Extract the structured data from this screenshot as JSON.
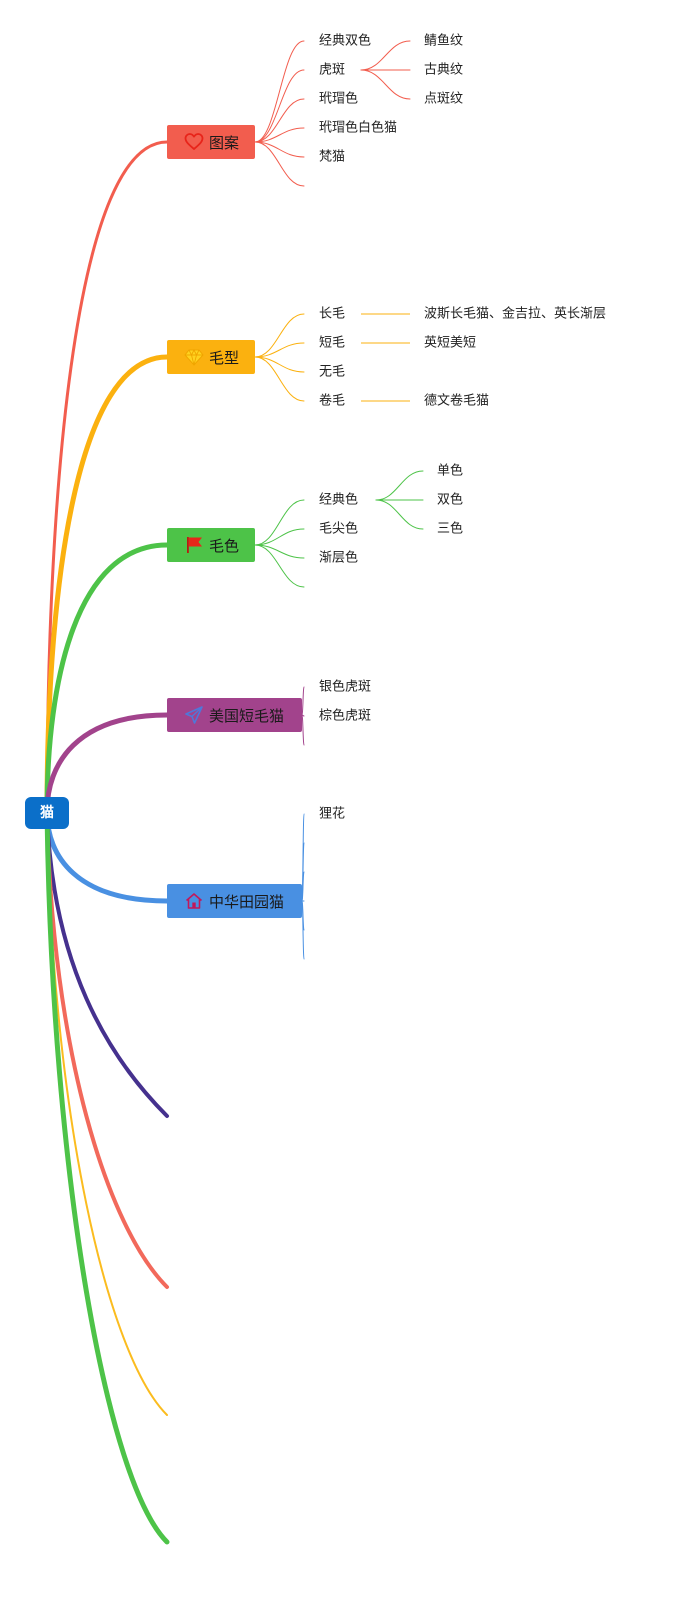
{
  "root": {
    "label": "猫",
    "color": "#0b6fc9"
  },
  "branches": [
    {
      "label": "图案",
      "color": "#f25d4e",
      "icon": "heart-icon",
      "children": [
        {
          "label": "经典双色",
          "children": []
        },
        {
          "label": "虎斑",
          "children": [
            {
              "label": "鲭鱼纹"
            },
            {
              "label": "古典纹"
            },
            {
              "label": "点斑纹"
            }
          ]
        },
        {
          "label": "玳瑁色",
          "children": []
        },
        {
          "label": "玳瑁色白色猫",
          "children": []
        },
        {
          "label": "梵猫",
          "children": []
        },
        {
          "label": "",
          "children": []
        }
      ]
    },
    {
      "label": "毛型",
      "color": "#fbb10f",
      "icon": "diamond-icon",
      "children": [
        {
          "label": "长毛",
          "children": [
            {
              "label": "波斯长毛猫、金吉拉、英长渐层"
            }
          ]
        },
        {
          "label": "短毛",
          "children": [
            {
              "label": "英短美短"
            }
          ]
        },
        {
          "label": "无毛",
          "children": []
        },
        {
          "label": "卷毛",
          "children": [
            {
              "label": "德文卷毛猫"
            }
          ]
        }
      ]
    },
    {
      "label": "毛色",
      "color": "#4dc348",
      "icon": "flag-icon",
      "children": [
        {
          "label": "经典色",
          "children": [
            {
              "label": "单色"
            },
            {
              "label": "双色"
            },
            {
              "label": "三色"
            }
          ]
        },
        {
          "label": "毛尖色",
          "children": []
        },
        {
          "label": "渐层色",
          "children": []
        },
        {
          "label": "",
          "children": []
        }
      ]
    },
    {
      "label": "美国短毛猫",
      "color": "#a2438c",
      "icon": "send-icon",
      "children": [
        {
          "label": "银色虎斑",
          "children": []
        },
        {
          "label": "棕色虎斑",
          "children": []
        },
        {
          "label": "",
          "children": []
        }
      ]
    },
    {
      "label": "中华田园猫",
      "color": "#4990e2",
      "icon": "home-icon",
      "children": [
        {
          "label": "狸花",
          "children": []
        },
        {
          "label": "",
          "children": []
        },
        {
          "label": "",
          "children": []
        },
        {
          "label": "",
          "children": []
        },
        {
          "label": "",
          "children": []
        },
        {
          "label": "",
          "children": []
        }
      ]
    }
  ],
  "extra_branch_colors": [
    "#45318e",
    "#f2695b",
    "#fbbc1f",
    "#4dc348"
  ]
}
